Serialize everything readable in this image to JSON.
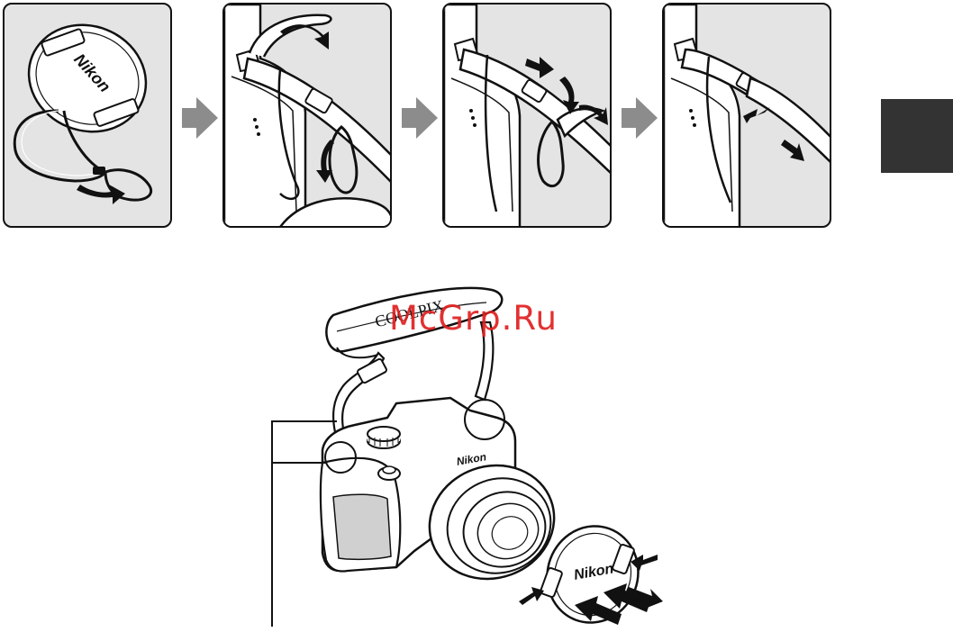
{
  "lens_cap": {
    "brand_mark": "Nikon"
  },
  "camera": {
    "brand_mark": "Nikon",
    "strap_text": "COOLPIX"
  },
  "watermark": {
    "text": "McGrp.Ru"
  },
  "icons": {
    "step_arrow": "chevron-right-arrow",
    "motion_arrow": "black-direction-arrow"
  },
  "colors": {
    "panel_background": "#e4e4e4",
    "chapter_tab": "#333333",
    "step_arrow": "#8c8c8c",
    "watermark": "#e02020"
  }
}
